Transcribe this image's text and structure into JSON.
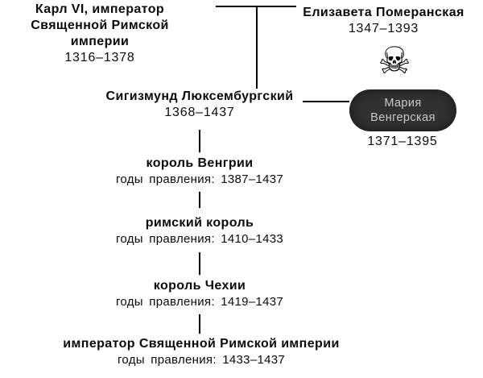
{
  "colors": {
    "background": "#ffffff",
    "text": "#0a0a0a",
    "line": "#000000",
    "badge_background": "#313131",
    "badge_text": "#c9c9c9"
  },
  "father": {
    "line1": "Карл VI, император",
    "line2": "Священной Римской империи",
    "years": "1316–1378"
  },
  "mother": {
    "name": "Елизавета Померанская",
    "years": "1347–1393"
  },
  "subject": {
    "name": "Сигизмунд Люксембургский",
    "years": "1368–1437"
  },
  "spouse": {
    "icon": "skull-and-crossbones",
    "icon_glyph": "☠",
    "line1": "Мария",
    "line2": "Венгерская",
    "years": "1371–1395"
  },
  "titles": [
    {
      "title": "король Венгрии",
      "reign": "годы правления: 1387–1437"
    },
    {
      "title": "римский король",
      "reign": "годы правления: 1410–1433"
    },
    {
      "title": "король Чехии",
      "reign": "годы правления: 1419–1437"
    },
    {
      "title": "император Священной Римской империи",
      "reign": "годы правления: 1433–1437"
    }
  ]
}
